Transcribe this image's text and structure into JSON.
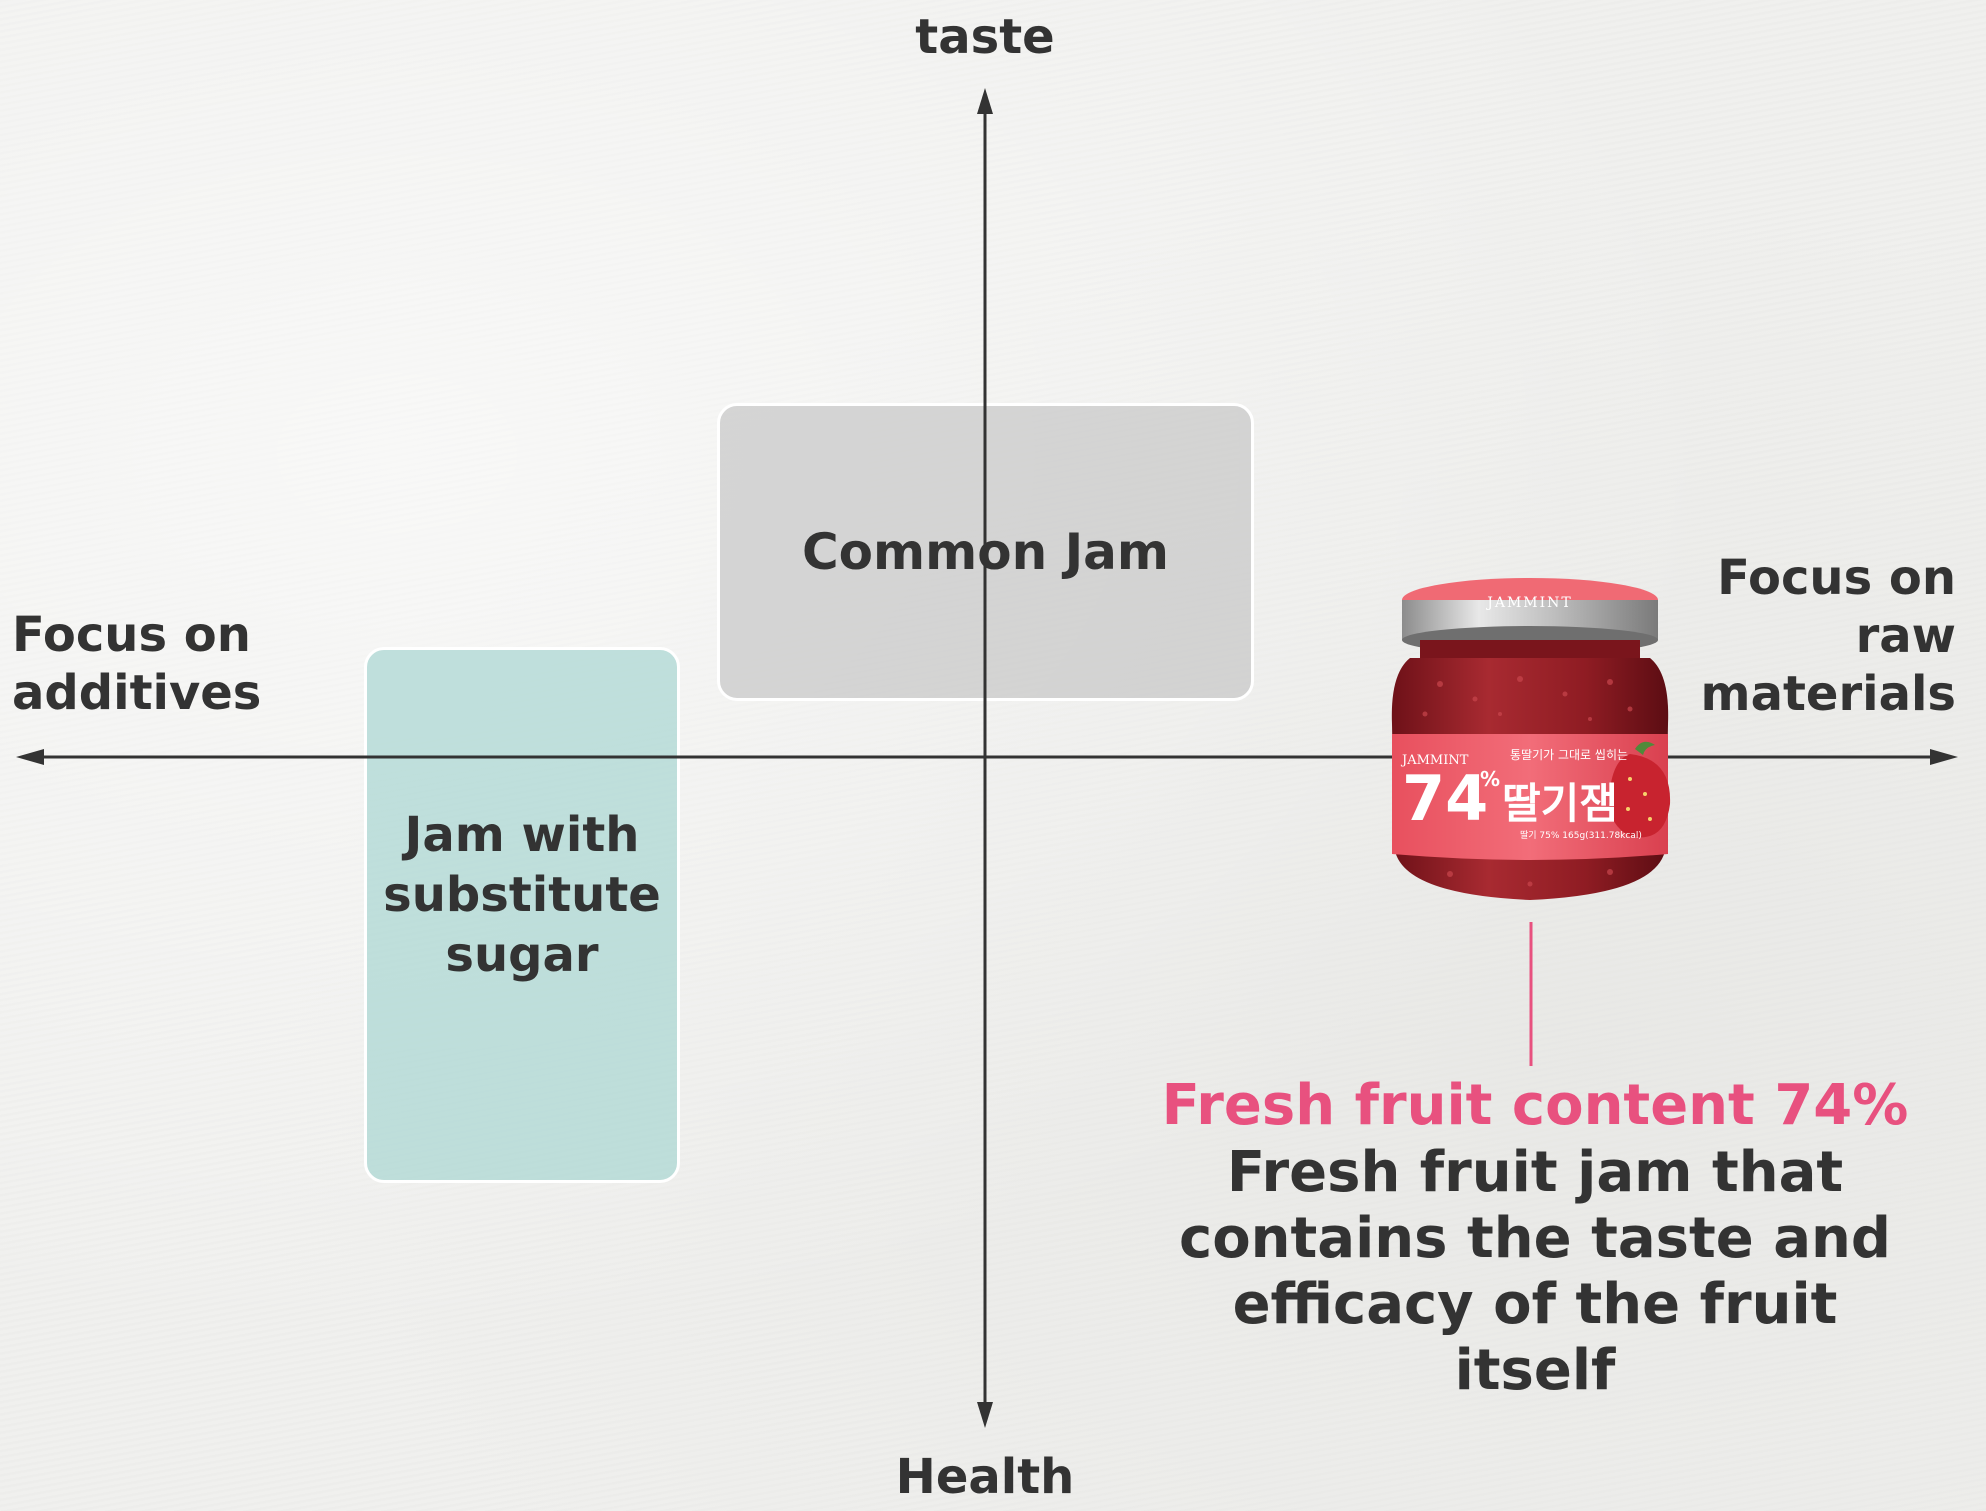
{
  "axes": {
    "top": "taste",
    "bottom": "Health",
    "left": "Focus on\nadditives",
    "right": "Focus on\nraw\nmaterials"
  },
  "boxes": {
    "common_jam": "Common Jam",
    "substitute_sugar": "Jam with\nsubstitute\nsugar"
  },
  "product": {
    "brand": "JAMMINT",
    "percent": "74",
    "name_ko": "딸기잼",
    "tagline_ko": "통딸기가 그대로 씹히는",
    "fine_print": "딸기 75%  165g(311.78kcal)"
  },
  "callout": {
    "highlight": "Fresh fruit content 74%",
    "description": "Fresh fruit jam that\ncontains the taste and\nefficacy of the fruit itself"
  },
  "colors": {
    "axis": "#333333",
    "highlight": "#e8517f",
    "common_box": "#c8c8c8",
    "substitute_box": "#a8d6d2",
    "jam_red": "#9b1b24",
    "label_pink": "#ee5b6b"
  }
}
